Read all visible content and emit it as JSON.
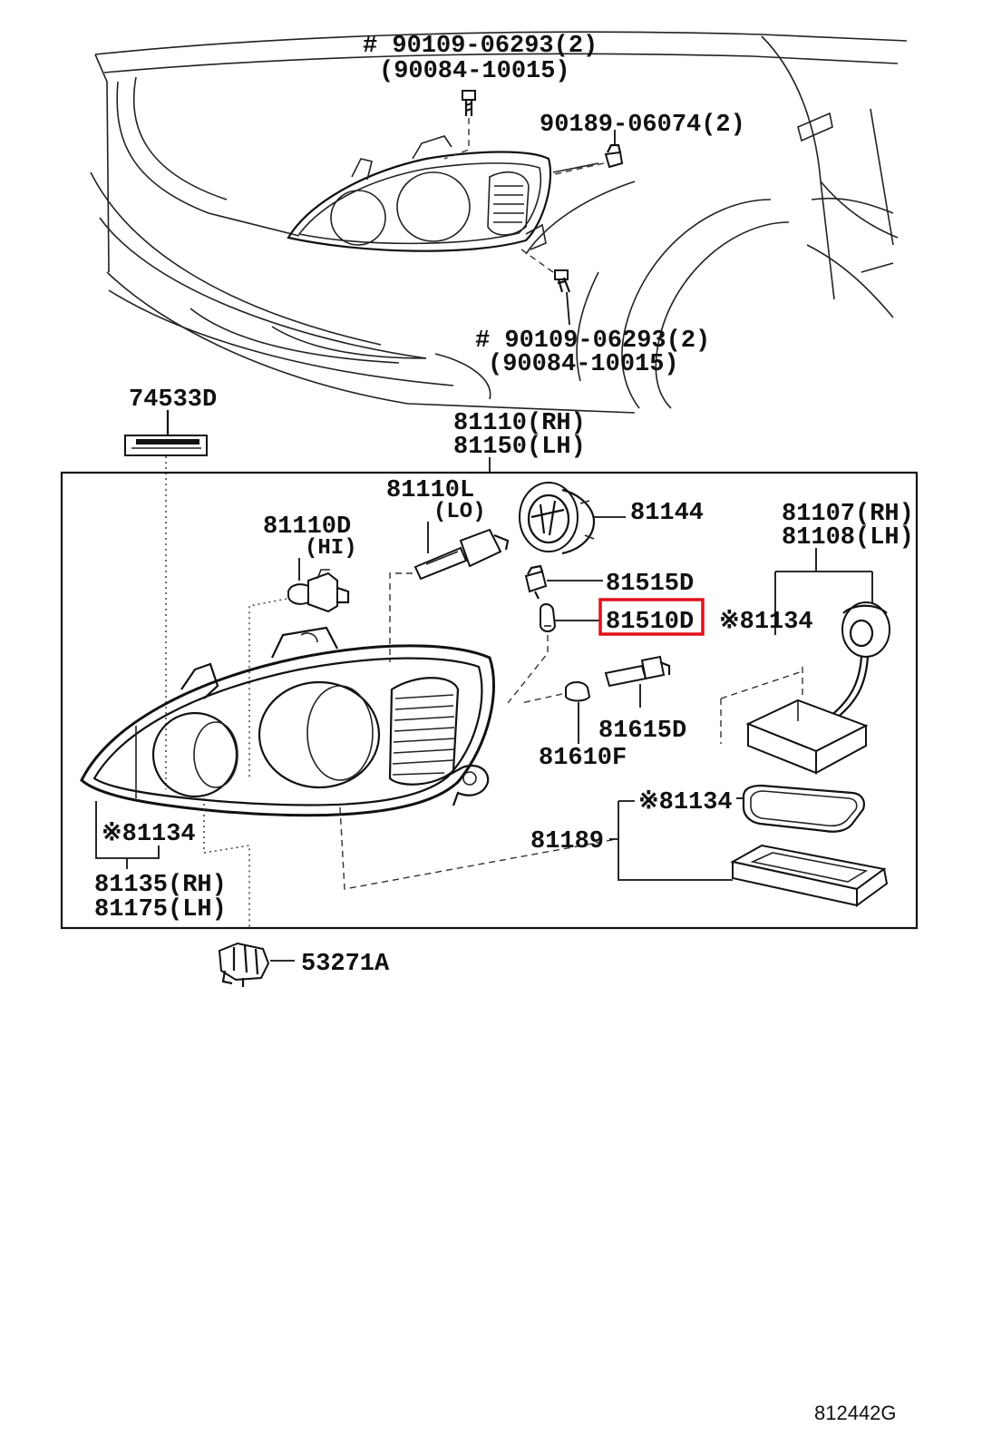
{
  "figure_code": "812442G",
  "labels": {
    "bolt_top_a": "# 90109-06293(2)",
    "bolt_top_b": "(90084-10015)",
    "clip_top": "90189-06074(2)",
    "bolt_bottom_a": "# 90109-06293(2)",
    "bolt_bottom_b": "(90084-10015)",
    "plate": "74533D",
    "assembly_a": "81110(RH)",
    "assembly_b": "81150(LH)",
    "bulb_lo_a": "81110L",
    "bulb_lo_b": "(LO)",
    "bulb_hi_a": "81110D",
    "bulb_hi_b": "(HI)",
    "cap": "81144",
    "socket": "81515D",
    "bulb_small": "81510D",
    "note_81134_right": "※81134",
    "ignitor_a": "81107(RH)",
    "ignitor_b": "81108(LH)",
    "socket_side": "81615D",
    "bulb_side": "81610F",
    "note_81134_mid": "※81134",
    "cover": "81189",
    "note_81134_left": "※81134",
    "lens_a": "81135(RH)",
    "lens_b": "81175(LH)",
    "bracket": "53271A"
  },
  "highlight": {
    "target": "81510D",
    "color": "#e0101a"
  }
}
